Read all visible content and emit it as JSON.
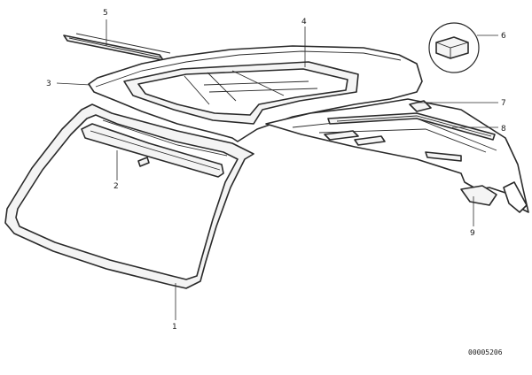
{
  "callouts": {
    "c1": "1",
    "c2": "2",
    "c3": "3",
    "c4": "4",
    "c5": "5",
    "c6": "6",
    "c7": "7",
    "c8": "8",
    "c9": "9"
  },
  "diagram_code": "00005206"
}
